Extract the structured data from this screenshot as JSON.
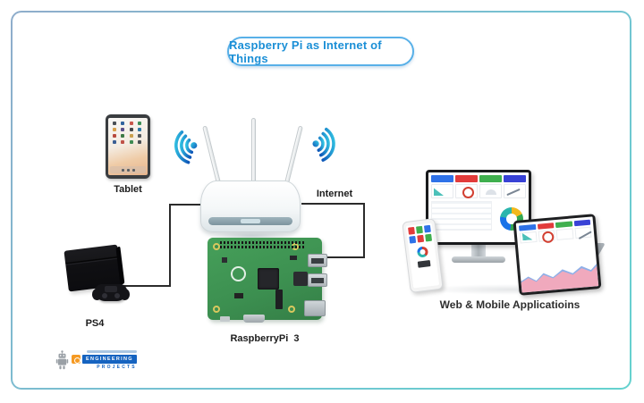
{
  "title": {
    "text": "Raspberry Pi as Internet of Things"
  },
  "labels": {
    "tablet": "Tablet",
    "internet": "Internet",
    "ps4": "PS4",
    "raspberry_pi": "RaspberryPi  3",
    "apps": "Web & Mobile Applicatioins"
  },
  "logo": {
    "engineering": "ENGINEERING",
    "projects": "PROJECTS"
  },
  "colors": {
    "title_text": "#1b8fd6",
    "title_border": "#58b0e8",
    "frame_border_start": "#8fadcb",
    "frame_border_end": "#65d2cf",
    "wifi_gradient_start": "#36d0e8",
    "wifi_gradient_end": "#0e57b8",
    "connector_line": "#2b2b2b",
    "pi_board_green": "#3c8f50",
    "dashboard_cards": [
      "#2f72e8",
      "#e23b3b",
      "#3faf4e",
      "#3842d6"
    ],
    "phone_tiles": [
      "#e23b3b",
      "#3faf4e",
      "#2f72e8",
      "#2f72e8",
      "#e23b3b",
      "#3faf4e"
    ],
    "tablet_app_icons": [
      "#4a4f54",
      "#31649e",
      "#c8574c",
      "#3c8f57",
      "#d8a04a",
      "#5a4f8a",
      "#44484c",
      "#2b7aa8",
      "#b84a3e",
      "#3e7a46",
      "#caa04e",
      "#55595e",
      "#3a5f94",
      "#c05248",
      "#3f8a52",
      "#4a4f54"
    ]
  }
}
